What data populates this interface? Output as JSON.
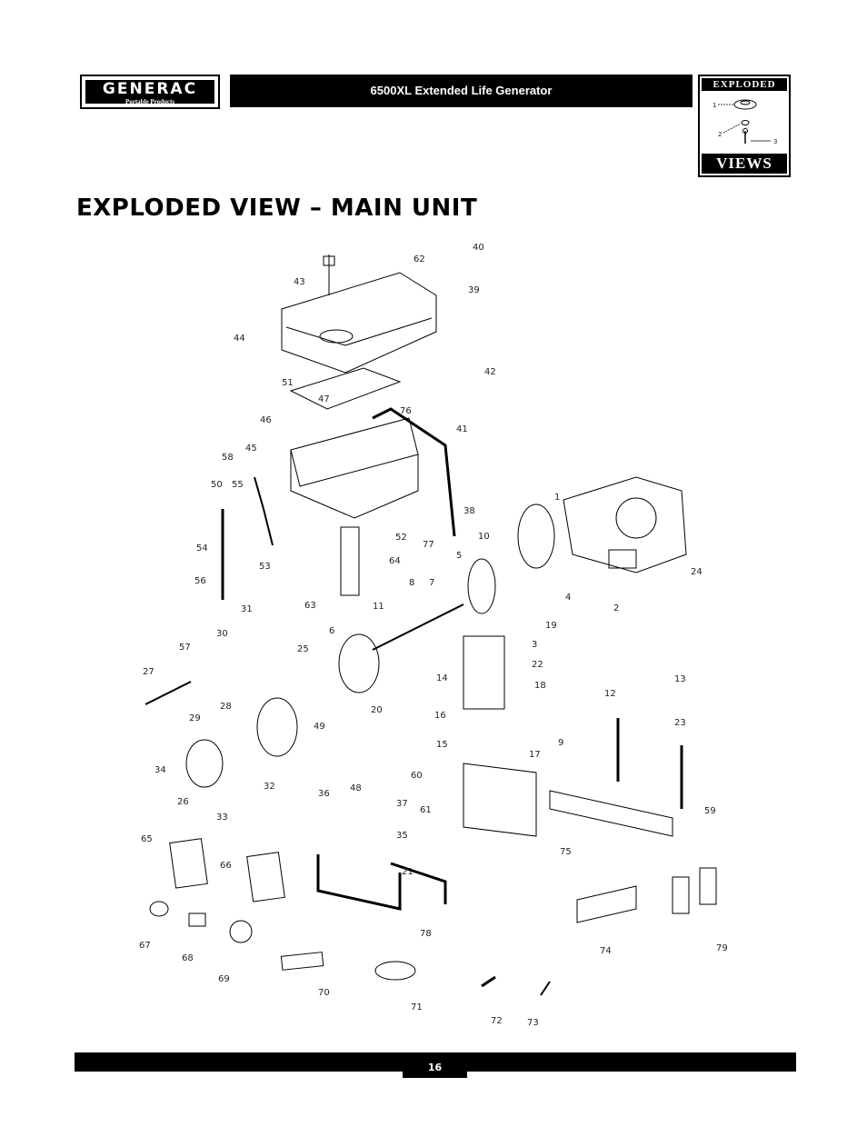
{
  "header": {
    "logo_name": "GENERAC",
    "logo_sub": "Portable Products",
    "title": "6500XL Extended Life Generator"
  },
  "badge": {
    "top": "EXPLODED",
    "bottom": "VIEWS",
    "callouts": [
      "1",
      "2",
      "3"
    ]
  },
  "heading": "EXPLODED VIEW – MAIN UNIT",
  "diagram": {
    "part_labels": [
      "1",
      "2",
      "3",
      "4",
      "5",
      "6",
      "7",
      "8",
      "9",
      "10",
      "11",
      "12",
      "13",
      "14",
      "15",
      "16",
      "17",
      "18",
      "19",
      "20",
      "21",
      "22",
      "23",
      "24",
      "25",
      "26",
      "27",
      "28",
      "29",
      "30",
      "31",
      "32",
      "33",
      "34",
      "35",
      "36",
      "37",
      "38",
      "39",
      "40",
      "41",
      "42",
      "43",
      "44",
      "45",
      "46",
      "47",
      "48",
      "49",
      "50",
      "51",
      "52",
      "53",
      "54",
      "55",
      "56",
      "57",
      "58",
      "59",
      "60",
      "61",
      "62",
      "63",
      "64",
      "65",
      "66",
      "67",
      "68",
      "69",
      "70",
      "71",
      "72",
      "73",
      "74",
      "75",
      "76",
      "77",
      "78",
      "79"
    ]
  },
  "footer": {
    "page": "16"
  }
}
